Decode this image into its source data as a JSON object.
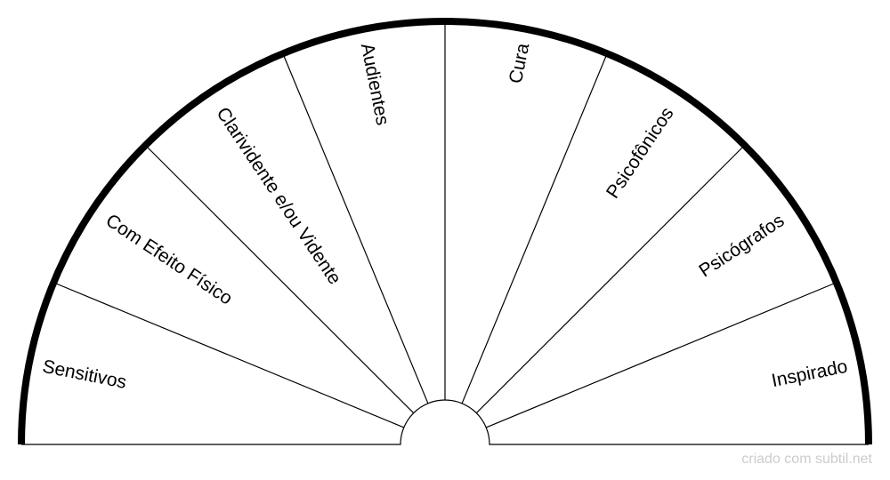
{
  "chart": {
    "segments": [
      {
        "label": "Sensitivos"
      },
      {
        "label": "Com Efeito Físico"
      },
      {
        "label": "Clarividente e/ou Vidente"
      },
      {
        "label": "Audientes"
      },
      {
        "label": "Cura"
      },
      {
        "label": "Psicofônicos"
      },
      {
        "label": "Psicógrafos"
      },
      {
        "label": "Inspirado"
      }
    ],
    "colors": {
      "outline": "#000000",
      "divider": "#000000",
      "text": "#000000"
    }
  },
  "watermark": {
    "text": "criado com subtil.net",
    "color": "#cccccc"
  }
}
